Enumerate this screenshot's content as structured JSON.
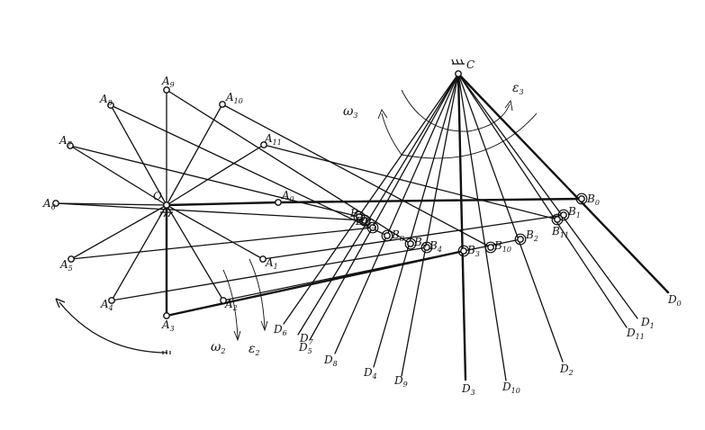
{
  "diagram": {
    "type": "mechanism-position-plan",
    "labels": {
      "O": "O",
      "C": "C",
      "omega2": "ω2",
      "eps2": "ε2",
      "omega3": "ω3",
      "eps3": "ε3"
    },
    "crank_points": [
      {
        "letter": "A",
        "sub": "0"
      },
      {
        "letter": "A",
        "sub": "1"
      },
      {
        "letter": "A",
        "sub": "2"
      },
      {
        "letter": "A",
        "sub": "3"
      },
      {
        "letter": "A",
        "sub": "4"
      },
      {
        "letter": "A",
        "sub": "5"
      },
      {
        "letter": "A",
        "sub": "6"
      },
      {
        "letter": "A",
        "sub": "7"
      },
      {
        "letter": "A",
        "sub": "8"
      },
      {
        "letter": "A",
        "sub": "9"
      },
      {
        "letter": "A",
        "sub": "10"
      },
      {
        "letter": "A",
        "sub": "11"
      }
    ],
    "slider_points": [
      {
        "letter": "B",
        "sub": "0"
      },
      {
        "letter": "B",
        "sub": "1"
      },
      {
        "letter": "B",
        "sub": "2"
      },
      {
        "letter": "B",
        "sub": "3"
      },
      {
        "letter": "B",
        "sub": "4"
      },
      {
        "letter": "B",
        "sub": "5"
      },
      {
        "letter": "B",
        "sub": "6"
      },
      {
        "letter": "B",
        "sub": "7"
      },
      {
        "letter": "B",
        "sub": "8"
      },
      {
        "letter": "B",
        "sub": "9"
      },
      {
        "letter": "B",
        "sub": "10"
      },
      {
        "letter": "B",
        "sub": "11"
      }
    ],
    "rocker_ends": [
      {
        "letter": "D",
        "sub": "0"
      },
      {
        "letter": "D",
        "sub": "1"
      },
      {
        "letter": "D",
        "sub": "2"
      },
      {
        "letter": "D",
        "sub": "3"
      },
      {
        "letter": "D",
        "sub": "4"
      },
      {
        "letter": "D",
        "sub": "5"
      },
      {
        "letter": "D",
        "sub": "6"
      },
      {
        "letter": "D",
        "sub": "7"
      },
      {
        "letter": "D",
        "sub": "8"
      },
      {
        "letter": "D",
        "sub": "9"
      },
      {
        "letter": "D",
        "sub": "10"
      },
      {
        "letter": "D",
        "sub": "11"
      }
    ]
  }
}
